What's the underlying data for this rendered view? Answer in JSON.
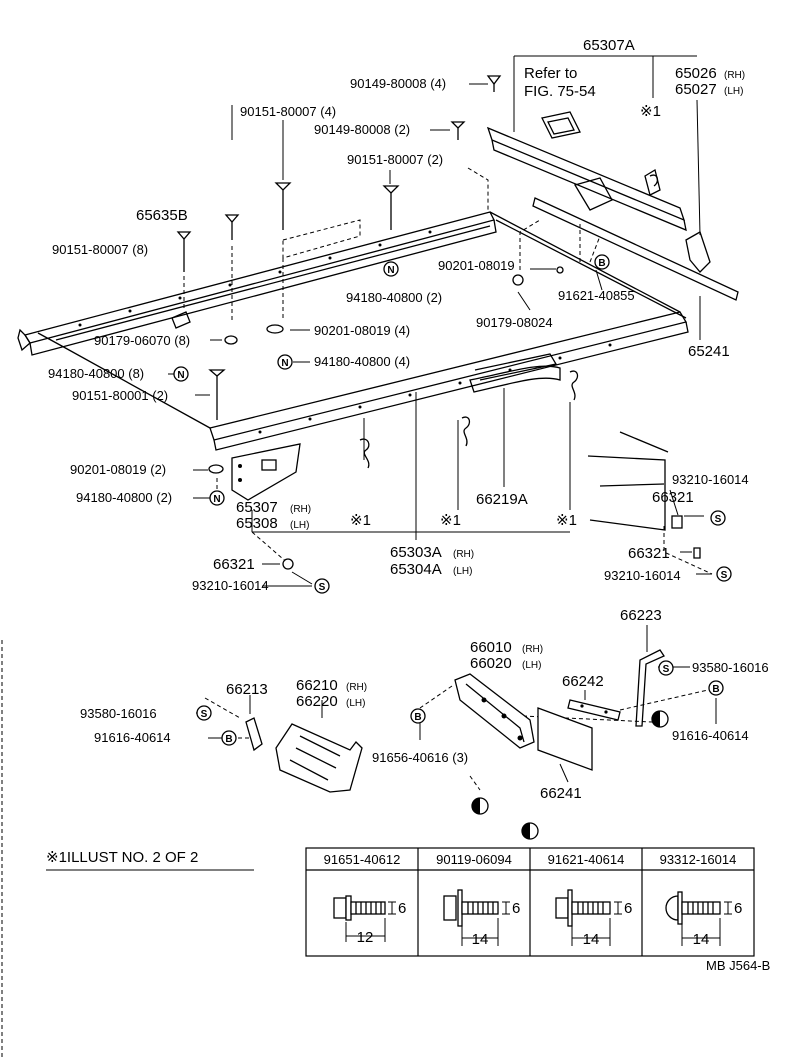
{
  "parts": {
    "p65307a": "65307A",
    "refer_line1": "Refer to",
    "refer_line2": "FIG. 75-54",
    "p65026": "65026",
    "p65027": "65027",
    "rh": "(RH)",
    "lh": "(LH)",
    "mark1": "※1",
    "p90149a": "90149-80008 (4)",
    "p90151a": "90151-80007 (4)",
    "p90149b": "90149-80008 (2)",
    "p90151b": "90151-80007 (2)",
    "p65635b": "65635B",
    "p90151c": "90151-80007 (8)",
    "p90201a": "90201-08019",
    "p91621": "91621-40855",
    "p94180a": "94180-40800 (2)",
    "p90179b": "90179-08024",
    "p90201b": "90201-08019 (4)",
    "p90179a": "90179-06070 (8)",
    "p94180b": "94180-40800 (4)",
    "p65241": "65241",
    "p94180c": "94180-40800 (8)",
    "p90151d": "90151-80001 (2)",
    "p90201c": "90201-08019 (2)",
    "p94180d": "94180-40800 (2)",
    "p65307": "65307",
    "p65308": "65308",
    "p66219a": "66219A",
    "p93210a": "93210-16014",
    "p66321a": "66321",
    "p66321b": "66321",
    "p93210b": "93210-16014",
    "p65303a": "65303A",
    "p65304a": "65304A",
    "p66321c": "66321",
    "p93210c": "93210-16014",
    "p66223": "66223",
    "p66010": "66010",
    "p66020": "66020",
    "p66213": "66213",
    "p66210": "66210",
    "p66220": "66220",
    "p93580a": "93580-16016",
    "p91616a": "91616-40614",
    "p66242": "66242",
    "p93580b": "93580-16016",
    "p91616b": "91616-40614",
    "p91656": "91656-40616 (3)",
    "p66241": "66241"
  },
  "symbols": {
    "n": "N",
    "b": "B",
    "s": "S"
  },
  "note": "※1ILLUST NO. 2 OF 2",
  "table": {
    "headers": [
      "91651-40612",
      "90119-06094",
      "91621-40614",
      "93312-16014"
    ],
    "widths": [
      "12",
      "14",
      "14",
      "14"
    ],
    "heights": [
      "6",
      "6",
      "6",
      "6"
    ]
  },
  "footer": "MB  J564-B"
}
